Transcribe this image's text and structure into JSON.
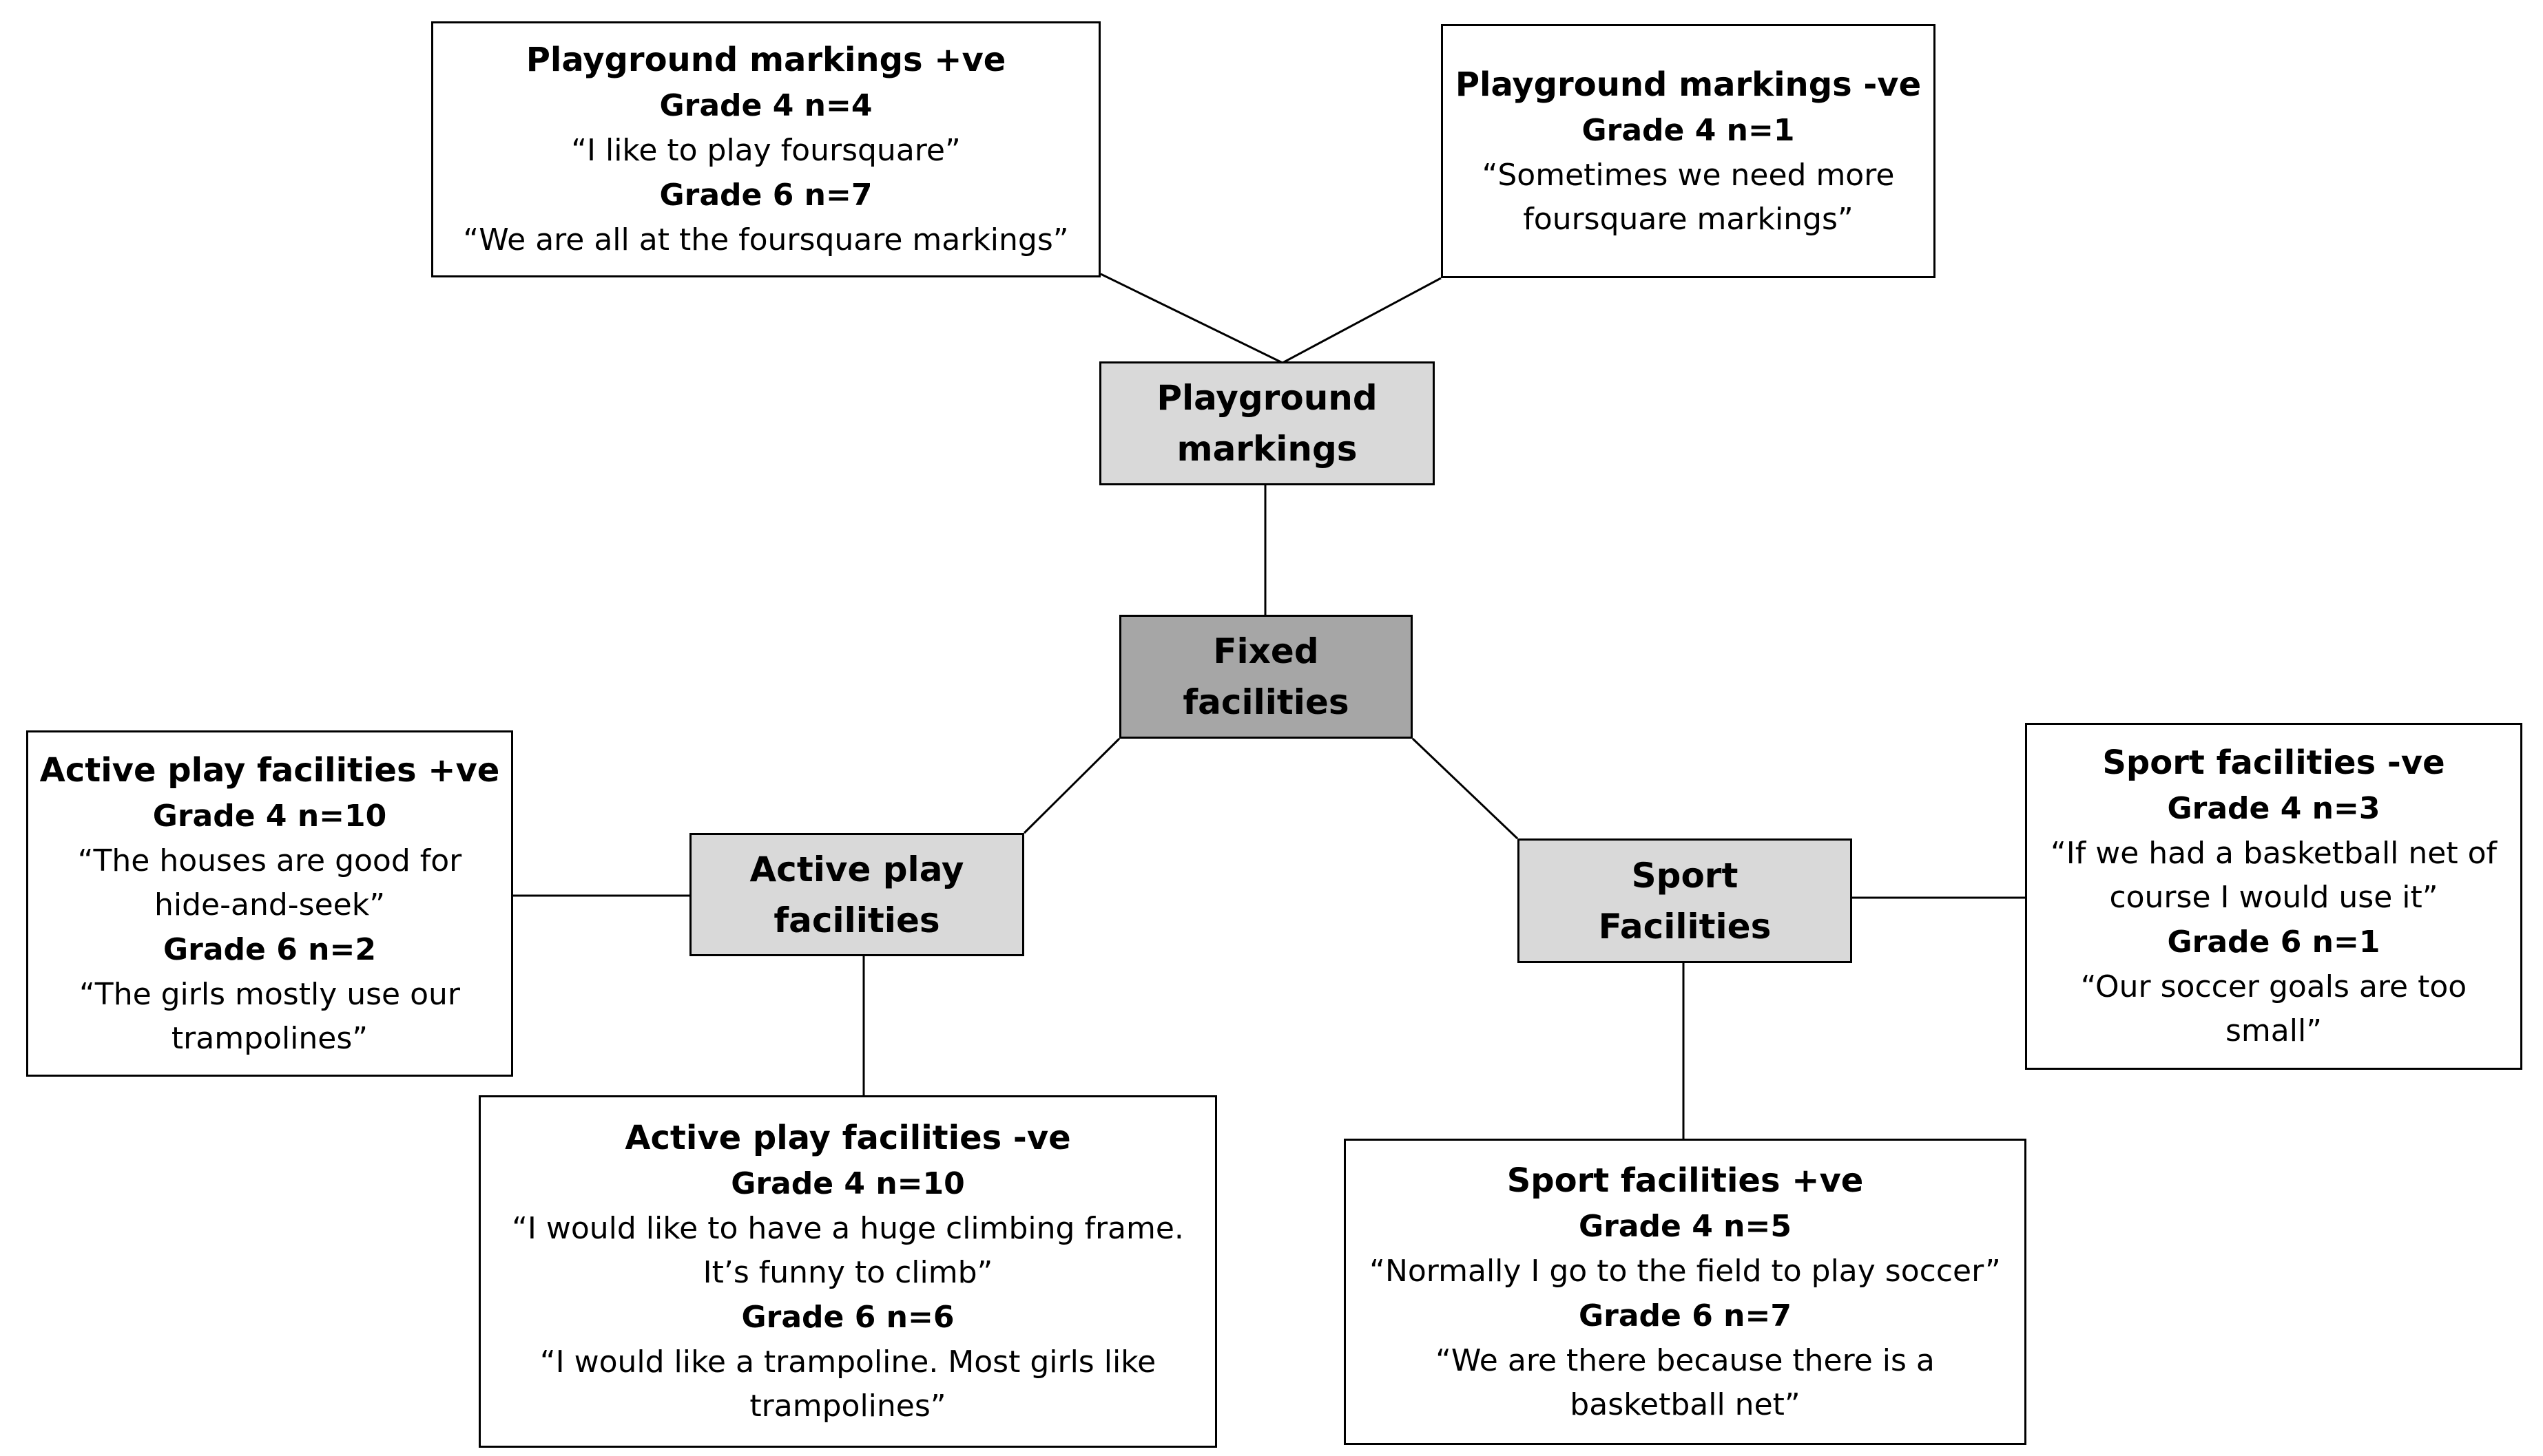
{
  "center": {
    "line1": "Fixed",
    "line2": "facilities"
  },
  "categories": {
    "playground_markings": {
      "line1": "Playground",
      "line2": "markings"
    },
    "active_play": {
      "line1": "Active play",
      "line2": "facilities"
    },
    "sport": {
      "line1": "Sport",
      "line2": "Facilities"
    }
  },
  "boxes": {
    "playground_positive": {
      "title": "Playground markings +ve",
      "grade4": "Grade 4 n=4",
      "quote4": "“I like to play foursquare”",
      "grade6": "Grade 6 n=7",
      "quote6": "“We are all at the foursquare markings”"
    },
    "playground_negative": {
      "title": "Playground markings -ve",
      "grade4": "Grade 4 n=1",
      "quote4": "“Sometimes we need more foursquare markings”"
    },
    "active_positive": {
      "title": "Active play facilities +ve",
      "grade4": "Grade 4 n=10",
      "quote4": "“The houses are good for hide-and-seek”",
      "grade6": "Grade 6 n=2",
      "quote6": "“The girls mostly use our trampolines”"
    },
    "active_negative": {
      "title": "Active play facilities -ve",
      "grade4": "Grade 4 n=10",
      "quote4": "“I would like to have a huge climbing frame. It’s funny to climb”",
      "grade6": "Grade 6 n=6",
      "quote6": "“I would like a trampoline. Most girls like trampolines”"
    },
    "sport_negative": {
      "title": "Sport facilities -ve",
      "grade4": "Grade 4 n=3",
      "quote4": "“If we had a basketball net of course I would use it”",
      "grade6": "Grade 6 n=1",
      "quote6": "“Our soccer goals are too small”"
    },
    "sport_positive": {
      "title": "Sport facilities +ve",
      "grade4": "Grade 4 n=5",
      "quote4": "“Normally I go to the field to play soccer”",
      "grade6": "Grade 6 n=7",
      "quote6": "“We are there because there is a basketball net”"
    }
  },
  "colors": {
    "center_fill": "#a6a6a6",
    "category_fill": "#d9d9d9",
    "box_fill": "#ffffff",
    "border": "#000000"
  }
}
